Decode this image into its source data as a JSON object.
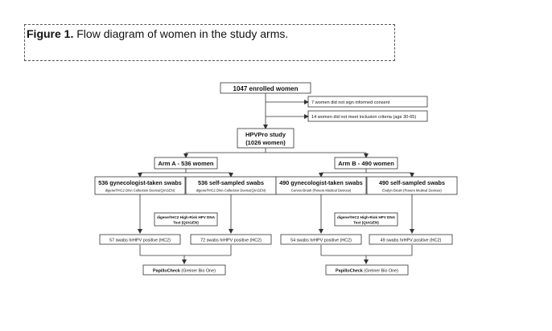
{
  "figure": {
    "label": "Figure 1.",
    "title": " Flow diagram of women in the study arms."
  },
  "diagram": {
    "enrolled": "1047 enrolled women",
    "excluded_consent": "7 women did not sign informed consent",
    "excluded_criteria": "14 women did not meet inclusion criteria (age 30-65)",
    "study_name": "HPVPro study",
    "study_count": "(1026 women)",
    "arm_a": "Arm A - 536 women",
    "arm_b": "Arm B - 490 women",
    "a_gyn_title": "536 gynecologist-taken swabs",
    "a_gyn_device": "digene®HC2 DNA Collection Device(QIAGEN)",
    "a_self_title": "536 self-sampled swabs",
    "a_self_device": "digene®HC2 DNA Collection Device(QIAGEN)",
    "b_gyn_title": "490 gynecologist-taken swabs",
    "b_gyn_device": "Cervex-Brush (Rovers Medical Devices)",
    "b_self_title": "490 self-sampled swabs",
    "b_self_device": "Evalyn Brush (Rovers Medical Devices)",
    "test_line1": "digene®HC2 High-Risk HPV DNA",
    "test_line2": "Test (QIAGEN)",
    "a_gyn_positive": "57 swabs hrHPV positive (HC2)",
    "a_self_positive": "72 swabs hrHPV positive (HC2)",
    "b_gyn_positive": "54 swabs hrHPV positive (HC2)",
    "b_self_positive": "49 swabs hrHPV positive (HC2)",
    "papillocheck_bold": "PapilloCheck",
    "papillocheck_rest": " (Greiner Bio One)"
  }
}
